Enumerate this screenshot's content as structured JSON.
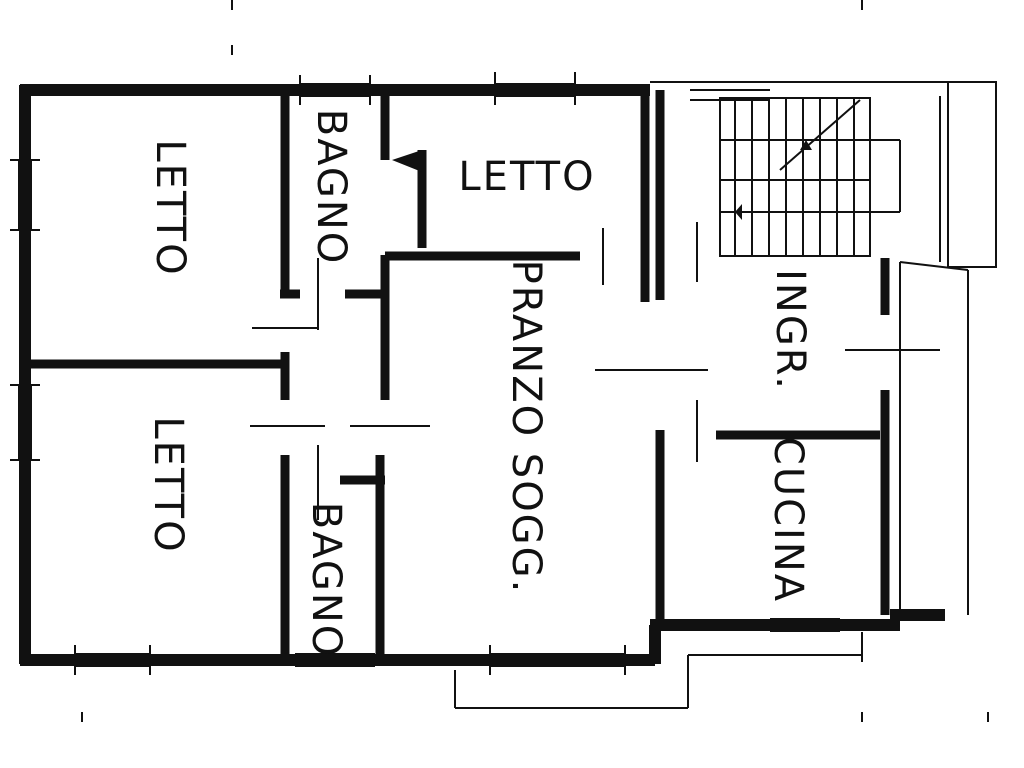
{
  "floor_plan": {
    "rooms": {
      "letto_left_top": "LETTO",
      "letto_left_bottom": "LETTO",
      "letto_top_center": "LETTO",
      "bagno_top": "BAGNO",
      "bagno_bottom": "BAGNO",
      "pranzo_sogg": "PRANZO SOGG.",
      "ingresso": "INGR.",
      "cucina": "CUCINA"
    },
    "colors": {
      "wall": "#111111",
      "background": "#ffffff"
    }
  }
}
